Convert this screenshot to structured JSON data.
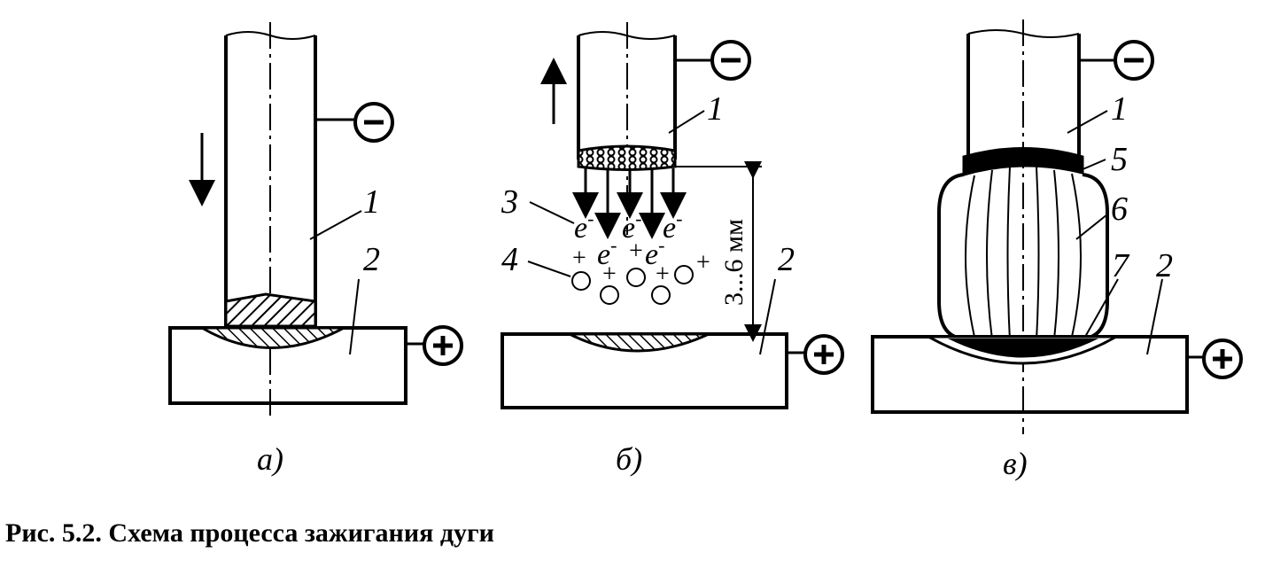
{
  "caption": "Рис. 5.2. Схема процесса зажигания дуги",
  "panels": {
    "a": {
      "sublabel": "а)",
      "label_electrode": "1",
      "label_base": "2",
      "sign_electrode": "−",
      "sign_base": "+"
    },
    "b": {
      "sublabel": "б)",
      "label_electrode": "1",
      "label_base": "2",
      "label_electrons": "3",
      "label_ions": "4",
      "gap": "3...6 мм",
      "electron": "e",
      "electron_sup": "-",
      "ion_sign": "+",
      "sign_electrode": "−",
      "sign_base": "+"
    },
    "c": {
      "sublabel": "в)",
      "label_electrode": "1",
      "label_base": "2",
      "label_5": "5",
      "label_6": "6",
      "label_7": "7",
      "sign_electrode": "−",
      "sign_base": "+"
    }
  }
}
